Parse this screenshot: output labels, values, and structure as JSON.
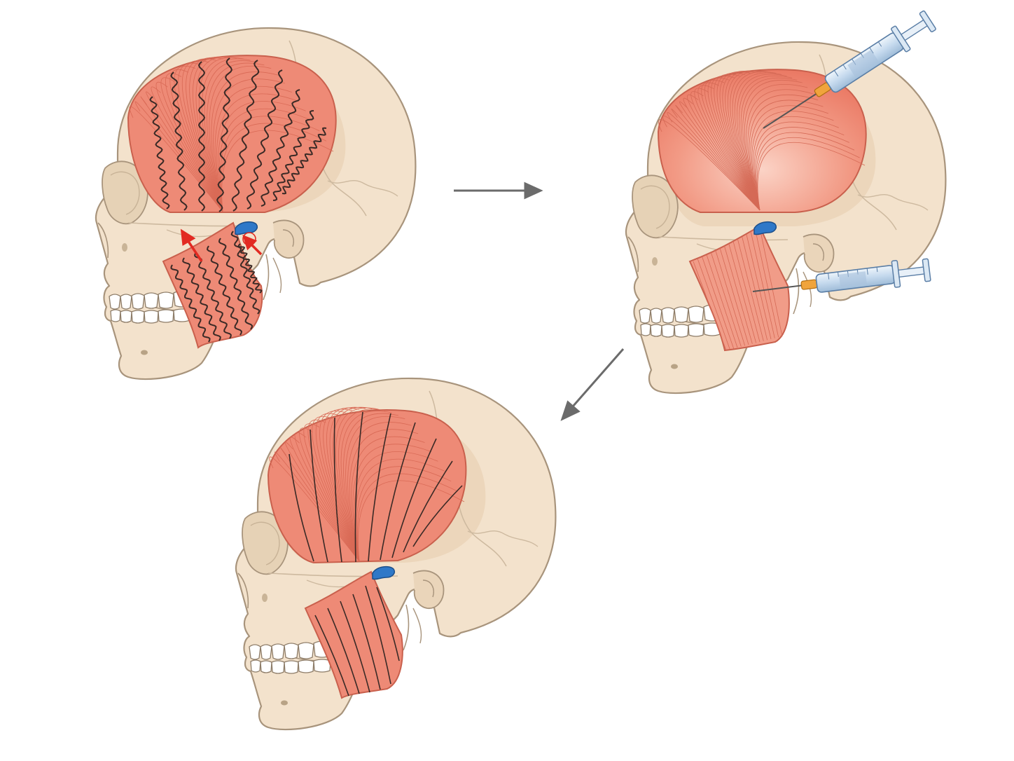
{
  "diagram": {
    "panels": [
      {
        "id": "before",
        "temporalis_fibers": "wavy",
        "masseter_fibers": "wavy",
        "tension_arrows": 2,
        "syringes": 0
      },
      {
        "id": "injection",
        "temporalis_fibers": "fine",
        "masseter_fibers": "fine",
        "tension_arrows": 0,
        "syringes": 2
      },
      {
        "id": "after",
        "temporalis_fibers": "straight",
        "masseter_fibers": "straight",
        "tension_arrows": 0,
        "syringes": 0
      }
    ],
    "flow": [
      "before",
      "injection",
      "after"
    ],
    "colors": {
      "bone": "#f3e2cc",
      "bone_outline": "#a8947c",
      "suture": "#cdb99f",
      "muscle": "#ee8a76",
      "muscle_light": "#f6b4a2",
      "muscle_outline": "#c9604d",
      "fiber_dark": "#3a2a26",
      "disc": "#2f78c8",
      "arrow_red": "#e22a22",
      "flow_arrow": "#6b6b6b",
      "syringe_barrel": "#cfe0f0",
      "syringe_outline": "#5a7ea6",
      "needle_hub": "#f0a43c"
    },
    "icons": [
      "syringe-icon",
      "flow-arrow-icon",
      "tension-arrow-icon",
      "articular-disc-icon"
    ]
  }
}
